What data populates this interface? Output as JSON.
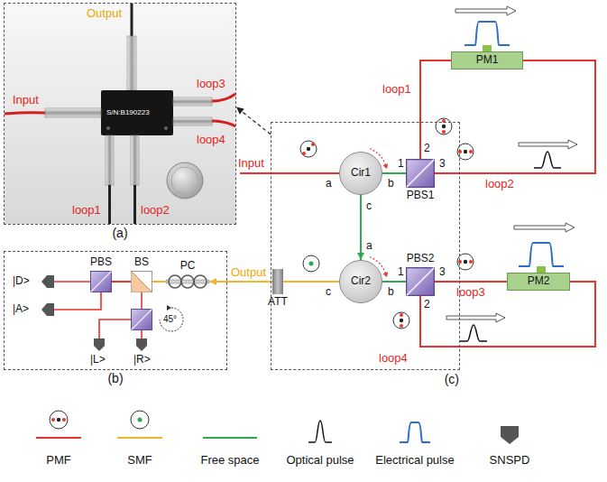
{
  "diagram": {
    "nodes": [
      {
        "text": [
          "(a)"
        ]
      },
      {
        "text": [
          "(b)"
        ]
      },
      {
        "text": [
          "(c)"
        ]
      },
      {
        "text": [
          "PM1"
        ]
      },
      {
        "text": [
          "Cir1"
        ],
        "in": 2
      },
      {
        "text": [
          "PBS1"
        ],
        "in": 2
      },
      {
        "text": [
          "Cir2"
        ],
        "in": 2
      },
      {
        "text": [
          "PBS2"
        ],
        "in": 2
      },
      {
        "text": [
          "PM2"
        ]
      },
      {
        "text": [
          "ATT"
        ]
      },
      {
        "text": [
          "PBS"
        ],
        "in": 1
      },
      {
        "text": [
          "BS"
        ],
        "in": 1
      },
      {
        "text": [
          "PC"
        ],
        "in": 1
      }
    ],
    "edges": [
      {
        "from": 4,
        "to": 6,
        "arrow": "to"
      },
      {
        "from": 4,
        "to": 5,
        "arrow": "none"
      },
      {
        "from": 6,
        "to": 7,
        "arrow": "none"
      },
      {
        "from": 5,
        "to": 3,
        "arrow": "none"
      },
      {
        "from": 3,
        "to": 5,
        "arrow": "none"
      },
      {
        "from": 7,
        "to": 8,
        "arrow": "none"
      },
      {
        "from": 8,
        "to": 7,
        "arrow": "none"
      },
      {
        "from": 6,
        "to": 9,
        "arrow": "none"
      },
      {
        "from": 9,
        "to": 12,
        "arrow": "to"
      },
      {
        "from": 12,
        "to": 11,
        "arrow": "none"
      },
      {
        "from": 11,
        "to": 10,
        "arrow": "none"
      },
      {
        "from": 2,
        "to": 0,
        "arrow": "to"
      }
    ],
    "labels": [
      "Output",
      "Input",
      "loop1",
      "loop2",
      "loop3",
      "loop4",
      "S/N:B190223",
      "Input",
      "a",
      "b",
      "c",
      "1",
      "2",
      "3",
      "loop1",
      "loop2",
      "a",
      "b",
      "c",
      "1",
      "3",
      "2",
      "loop3",
      "loop4",
      "Output",
      "|D>",
      "|A>",
      "|L>",
      "|R>",
      "45°"
    ],
    "legend": [
      {
        "text": "PMF"
      },
      {
        "text": "SMF"
      },
      {
        "text": "Free space"
      },
      {
        "text": "Optical pulse"
      },
      {
        "text": "Electrical pulse"
      },
      {
        "text": "SNSPD"
      }
    ]
  }
}
